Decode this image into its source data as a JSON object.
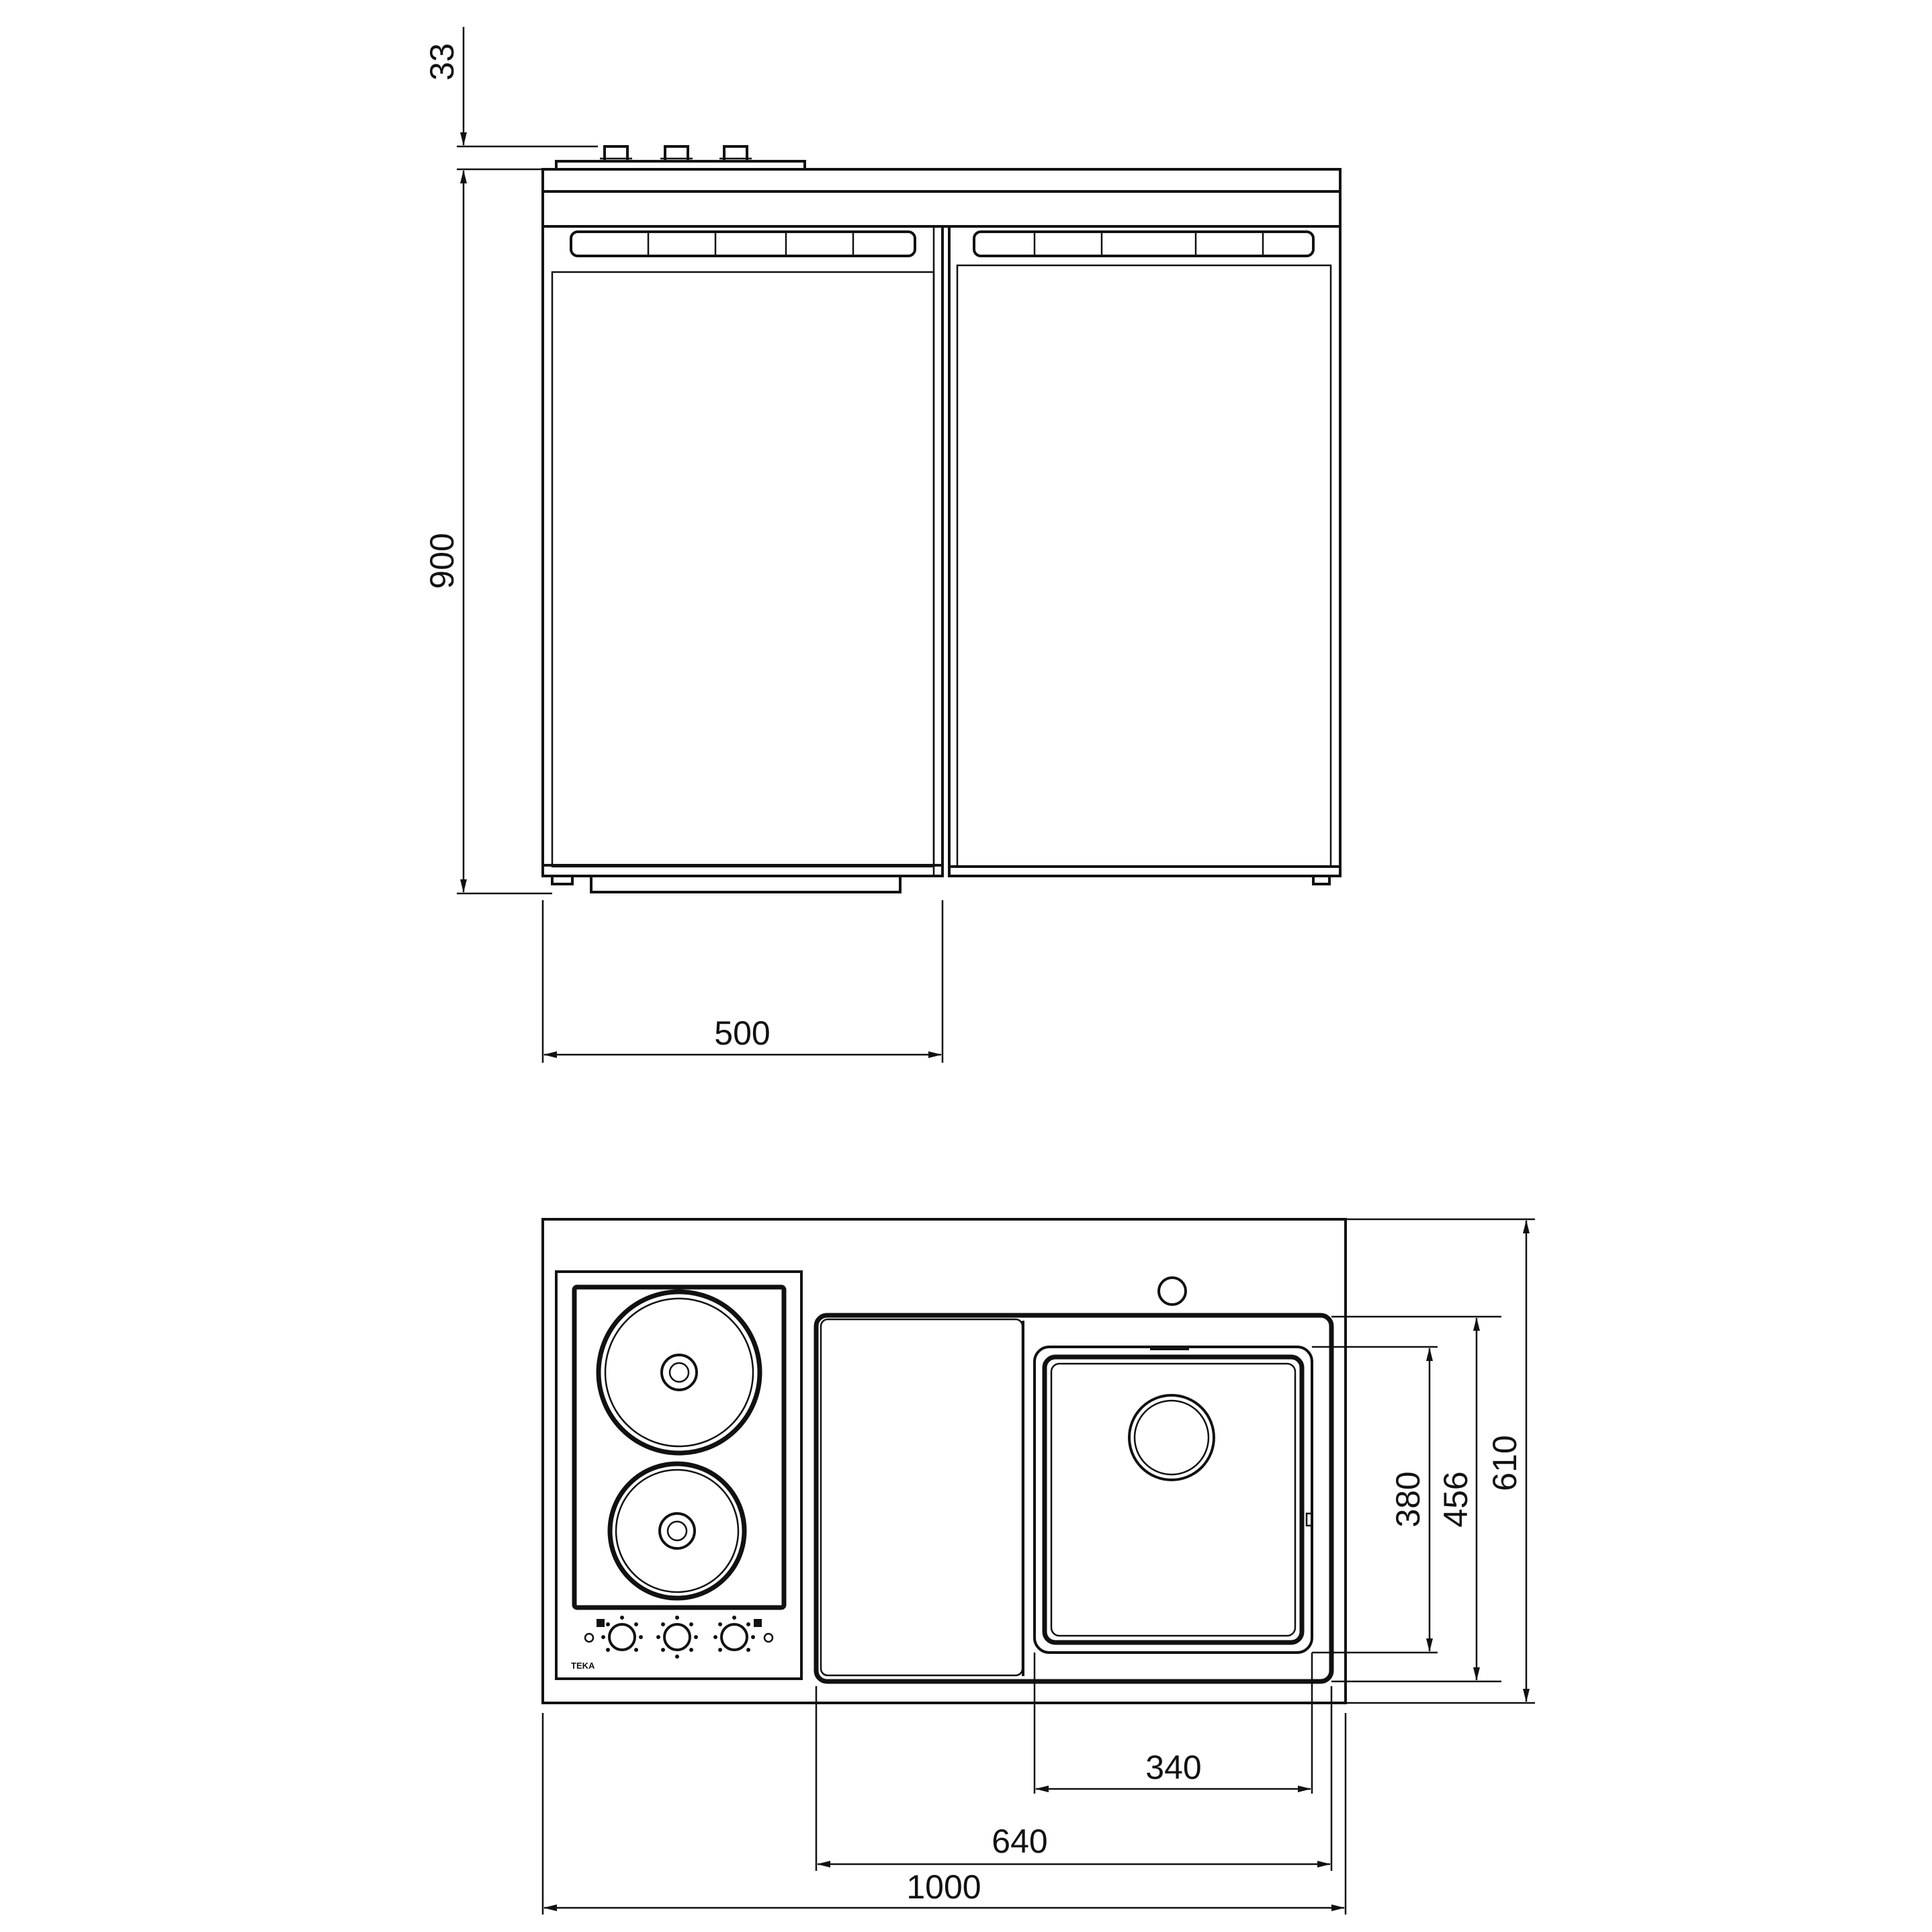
{
  "front_view": {
    "dimensions": {
      "hob_height": "33",
      "cabinet_height": "900",
      "left_unit_width": "500"
    }
  },
  "top_view": {
    "hob_brand": "TEKA",
    "dimensions": {
      "basin_depth": "380",
      "sink_depth": "456",
      "total_depth": "610",
      "basin_width": "340",
      "sink_width": "640",
      "total_width": "1000"
    }
  },
  "colors": {
    "line": "#111111",
    "background": "#ffffff"
  }
}
